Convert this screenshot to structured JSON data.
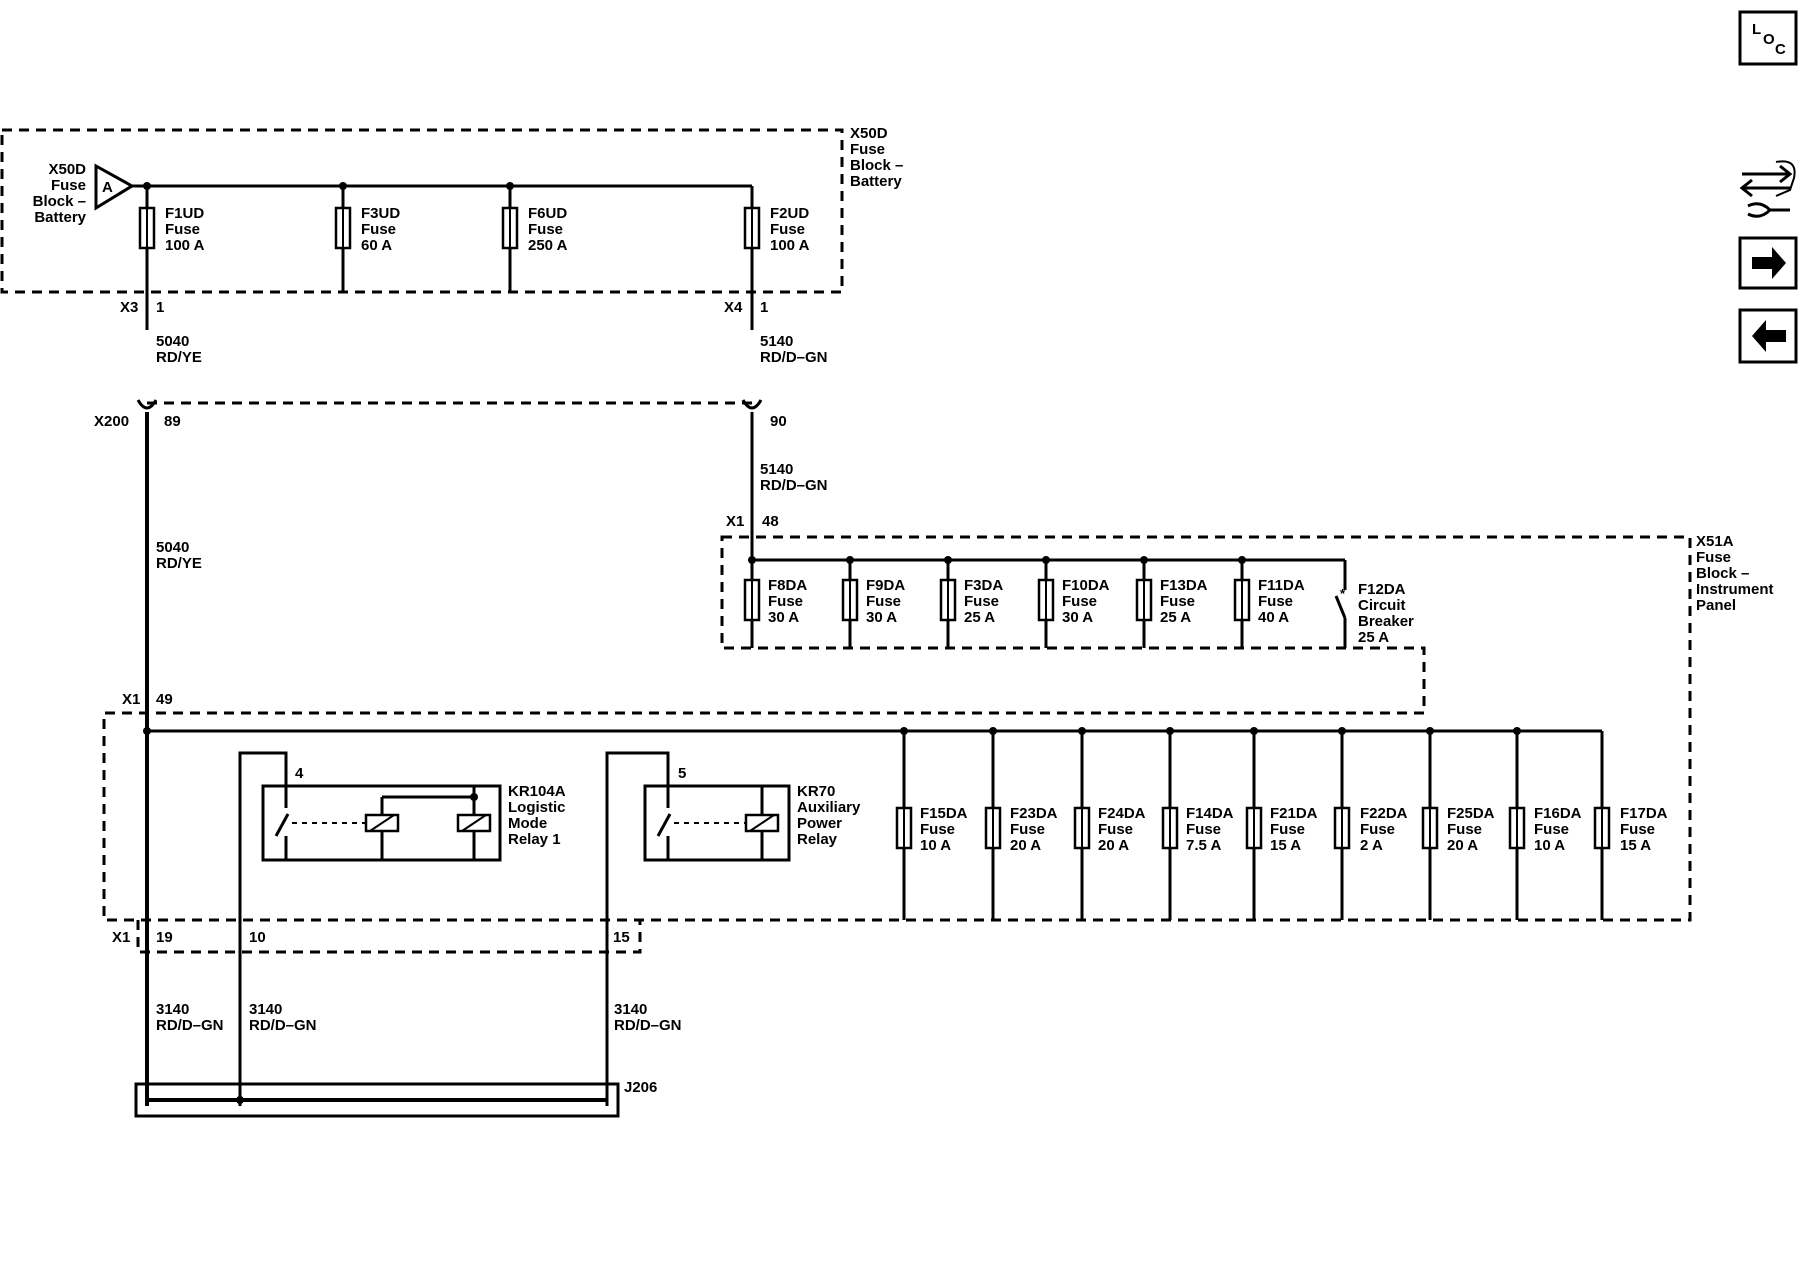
{
  "nav": {
    "loc_l": "L",
    "loc_o": "O",
    "loc_c": "C"
  },
  "battery_block": {
    "name": [
      "X50D",
      "Fuse",
      "Block –",
      "Battery"
    ],
    "connector_letter": "A",
    "fuses": [
      {
        "id": "F1UD",
        "type": "Fuse",
        "rating": "100 A"
      },
      {
        "id": "F3UD",
        "type": "Fuse",
        "rating": "60 A"
      },
      {
        "id": "F6UD",
        "type": "Fuse",
        "rating": "250 A"
      },
      {
        "id": "F2UD",
        "type": "Fuse",
        "rating": "100 A"
      }
    ]
  },
  "connectors": {
    "x3": "X3",
    "x3_pin": "1",
    "x4": "X4",
    "x4_pin": "1",
    "x200": "X200",
    "x200_pin_a": "89",
    "x200_pin_b": "90",
    "x1_top": "X1",
    "x1_top_pin": "48",
    "x1_mid": "X1",
    "x1_mid_pin": "49",
    "x1_bot": "X1",
    "x1_bot_pin_a": "19",
    "x1_bot_pin_b": "10",
    "x1_bot_pin_c": "15",
    "j206": "J206"
  },
  "wires": {
    "w5040_a": {
      "circuit": "5040",
      "color": "RD/YE"
    },
    "w5040_b": {
      "circuit": "5040",
      "color": "RD/YE"
    },
    "w5140_a": {
      "circuit": "5140",
      "color": "RD/D–GN"
    },
    "w5140_b": {
      "circuit": "5140",
      "color": "RD/D–GN"
    },
    "w3140_a": {
      "circuit": "3140",
      "color": "RD/D–GN"
    },
    "w3140_b": {
      "circuit": "3140",
      "color": "RD/D–GN"
    },
    "w3140_c": {
      "circuit": "3140",
      "color": "RD/D–GN"
    }
  },
  "ip_block": {
    "name": [
      "X51A",
      "Fuse",
      "Block –",
      "Instrument",
      "Panel"
    ],
    "upper_fuses": [
      {
        "id": "F8DA",
        "type": "Fuse",
        "rating": "30 A"
      },
      {
        "id": "F9DA",
        "type": "Fuse",
        "rating": "30 A"
      },
      {
        "id": "F3DA",
        "type": "Fuse",
        "rating": "25 A"
      },
      {
        "id": "F10DA",
        "type": "Fuse",
        "rating": "30 A"
      },
      {
        "id": "F13DA",
        "type": "Fuse",
        "rating": "25 A"
      },
      {
        "id": "F11DA",
        "type": "Fuse",
        "rating": "40 A"
      }
    ],
    "breaker": {
      "id": "F12DA",
      "l1": "Circuit",
      "l2": "Breaker",
      "rating": "25 A"
    },
    "lower_fuses": [
      {
        "id": "F15DA",
        "type": "Fuse",
        "rating": "10 A"
      },
      {
        "id": "F23DA",
        "type": "Fuse",
        "rating": "20 A"
      },
      {
        "id": "F24DA",
        "type": "Fuse",
        "rating": "20 A"
      },
      {
        "id": "F14DA",
        "type": "Fuse",
        "rating": "7.5 A"
      },
      {
        "id": "F21DA",
        "type": "Fuse",
        "rating": "15 A"
      },
      {
        "id": "F22DA",
        "type": "Fuse",
        "rating": "2 A"
      },
      {
        "id": "F25DA",
        "type": "Fuse",
        "rating": "20 A"
      },
      {
        "id": "F16DA",
        "type": "Fuse",
        "rating": "10 A"
      },
      {
        "id": "F17DA",
        "type": "Fuse",
        "rating": "15 A"
      }
    ],
    "relay1": {
      "pin": "4",
      "name": [
        "KR104A",
        "Logistic",
        "Mode",
        "Relay 1"
      ]
    },
    "relay2": {
      "pin": "5",
      "name": [
        "KR70",
        "Auxiliary",
        "Power",
        "Relay"
      ]
    }
  }
}
